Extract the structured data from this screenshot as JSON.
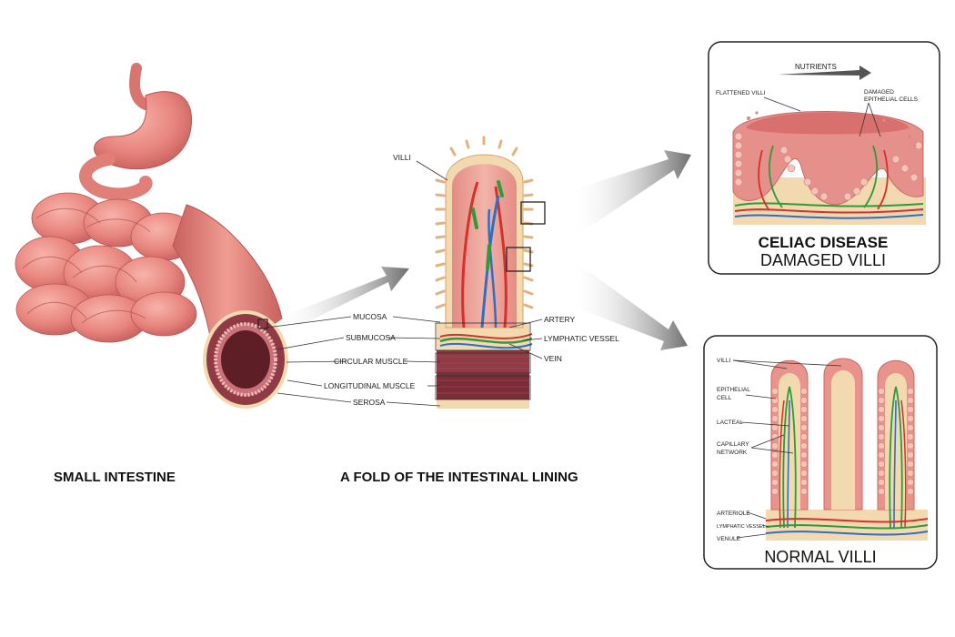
{
  "captions": {
    "small_intestine": "SMALL INTESTINE",
    "fold": "A FOLD OF THE INTESTINAL LINING"
  },
  "fold_labels": {
    "villi": "VILLI",
    "mucosa": "MUCOSA",
    "submucosa": "SUBMUCOSA",
    "circular_muscle": "CIRCULAR MUSCLE",
    "longitudinal_muscle": "LONGITUDINAL MUSCLE",
    "serosa": "SEROSA",
    "artery": "ARTERY",
    "lymphatic_vessel": "LYMPHATIC VESSEL",
    "vein": "VEIN"
  },
  "celiac_panel": {
    "nutrients": "NUTRIENTS",
    "flattened_villi": "FLATTENED VILLI",
    "damaged_cells_line1": "DAMAGED",
    "damaged_cells_line2": "EPITHELIAL CELLS",
    "title_bold": "CELIAC DISEASE",
    "title": "DAMAGED VILLI"
  },
  "normal_panel": {
    "villi": "VILLI",
    "epithelial_line1": "EPITHELIAL",
    "epithelial_line2": "CELL",
    "lacteal": "LACTEAL",
    "capillary_line1": "CAPILLARY",
    "capillary_line2": "NETWORK",
    "arteriole": "ARTERIOLE",
    "lymphatic_vessel": "LYMPHATIC VESSEL",
    "venule": "VENULE",
    "title": "NORMAL VILLI"
  },
  "colors": {
    "intestine": "#e8867e",
    "intestine_dark": "#c85e5c",
    "tissue": "#f3d9b0",
    "muscle": "#8f3a44",
    "artery": "#d6302b",
    "vein": "#2f6fc0",
    "lymph": "#2e9a3a"
  }
}
